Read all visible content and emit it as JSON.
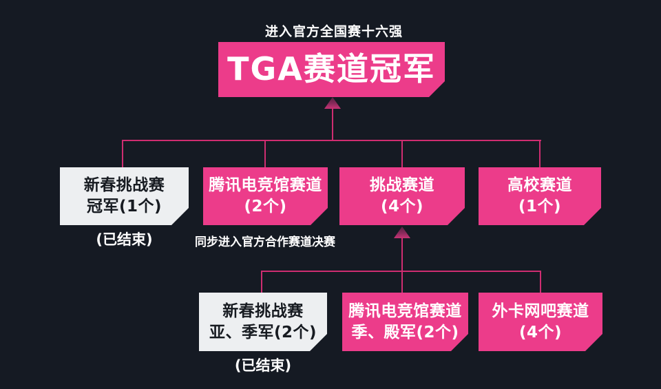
{
  "header": {
    "qualifier_note": "进入官方全国赛十六强",
    "champion_title": "TGA赛道冠军"
  },
  "tier1": {
    "boxes": [
      {
        "line1": "新春挑战赛",
        "line2": "冠军(1个)",
        "style": "white",
        "note": "(已结束)"
      },
      {
        "line1": "腾讯电竞馆赛道",
        "line2": "(2个)",
        "style": "pink",
        "note": "同步进入官方合作赛道决赛"
      },
      {
        "line1": "挑战赛道",
        "line2": "(4个)",
        "style": "pink"
      },
      {
        "line1": "高校赛道",
        "line2": "(1个)",
        "style": "pink"
      }
    ]
  },
  "tier2": {
    "boxes": [
      {
        "line1": "新春挑战赛",
        "line2": "亚、季军(2个)",
        "style": "white",
        "note": "(已结束)"
      },
      {
        "line1": "腾讯电竞馆赛道",
        "line2": "季、殿军(2个)",
        "style": "pink"
      },
      {
        "line1": "外卡网吧赛道",
        "line2": "(4个)",
        "style": "pink"
      }
    ]
  },
  "colors": {
    "background": "#151A23",
    "box_pink": "#EC3C8A",
    "box_white": "#EDEFF1",
    "connector_line": "#CF2D71",
    "dark_text": "#171B21",
    "light_text": "#FFFFFF"
  }
}
